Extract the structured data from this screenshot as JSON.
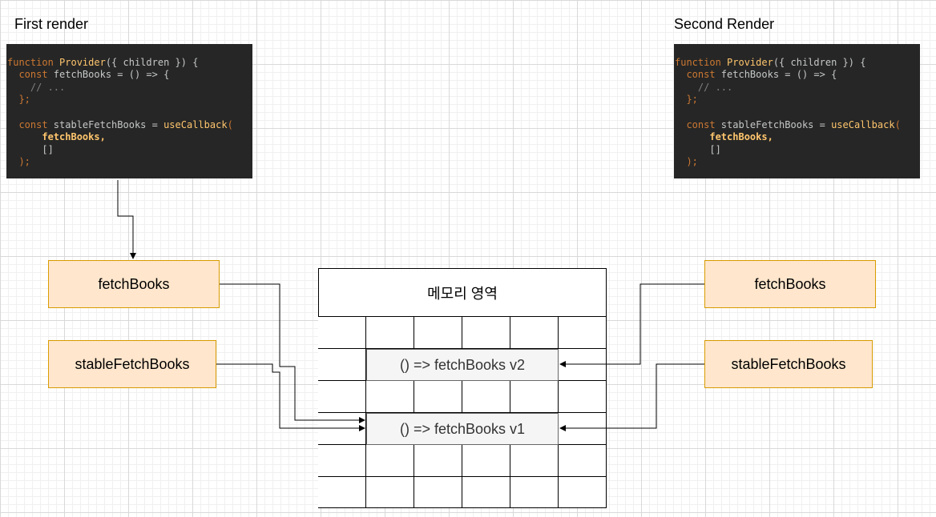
{
  "left": {
    "title": "First render",
    "code": {
      "l1a": "function ",
      "l1b": "Provider",
      "l1c": "({ children }) {",
      "l2a": "  const ",
      "l2b": "fetchBooks = () => {",
      "l3": "    // ...",
      "l4": "  };",
      "l6a": "  const ",
      "l6b": "stableFetchBooks = ",
      "l6c": "useCallback",
      "l7": "      fetchBooks,",
      "l8": "      []",
      "l9": "  );",
      "l11": "};"
    },
    "fetch_box": "fetchBooks",
    "stable_box": "stableFetchBooks"
  },
  "right": {
    "title": "Second Render",
    "code": {
      "l1a": "function ",
      "l1b": "Provider",
      "l1c": "({ children }) {",
      "l2a": "  const ",
      "l2b": "fetchBooks = () => {",
      "l3": "    // ...",
      "l4": "  };",
      "l6a": "  const ",
      "l6b": "stableFetchBooks = ",
      "l6c": "useCallback",
      "l7": "      fetchBooks,",
      "l8": "      []",
      "l9": "  );",
      "l11": "};"
    },
    "fetch_box": "fetchBooks",
    "stable_box": "stableFetchBooks"
  },
  "memory": {
    "title": "메모리 영역",
    "v2": "() => fetchBooks v2",
    "v1": "() => fetchBooks v1"
  }
}
